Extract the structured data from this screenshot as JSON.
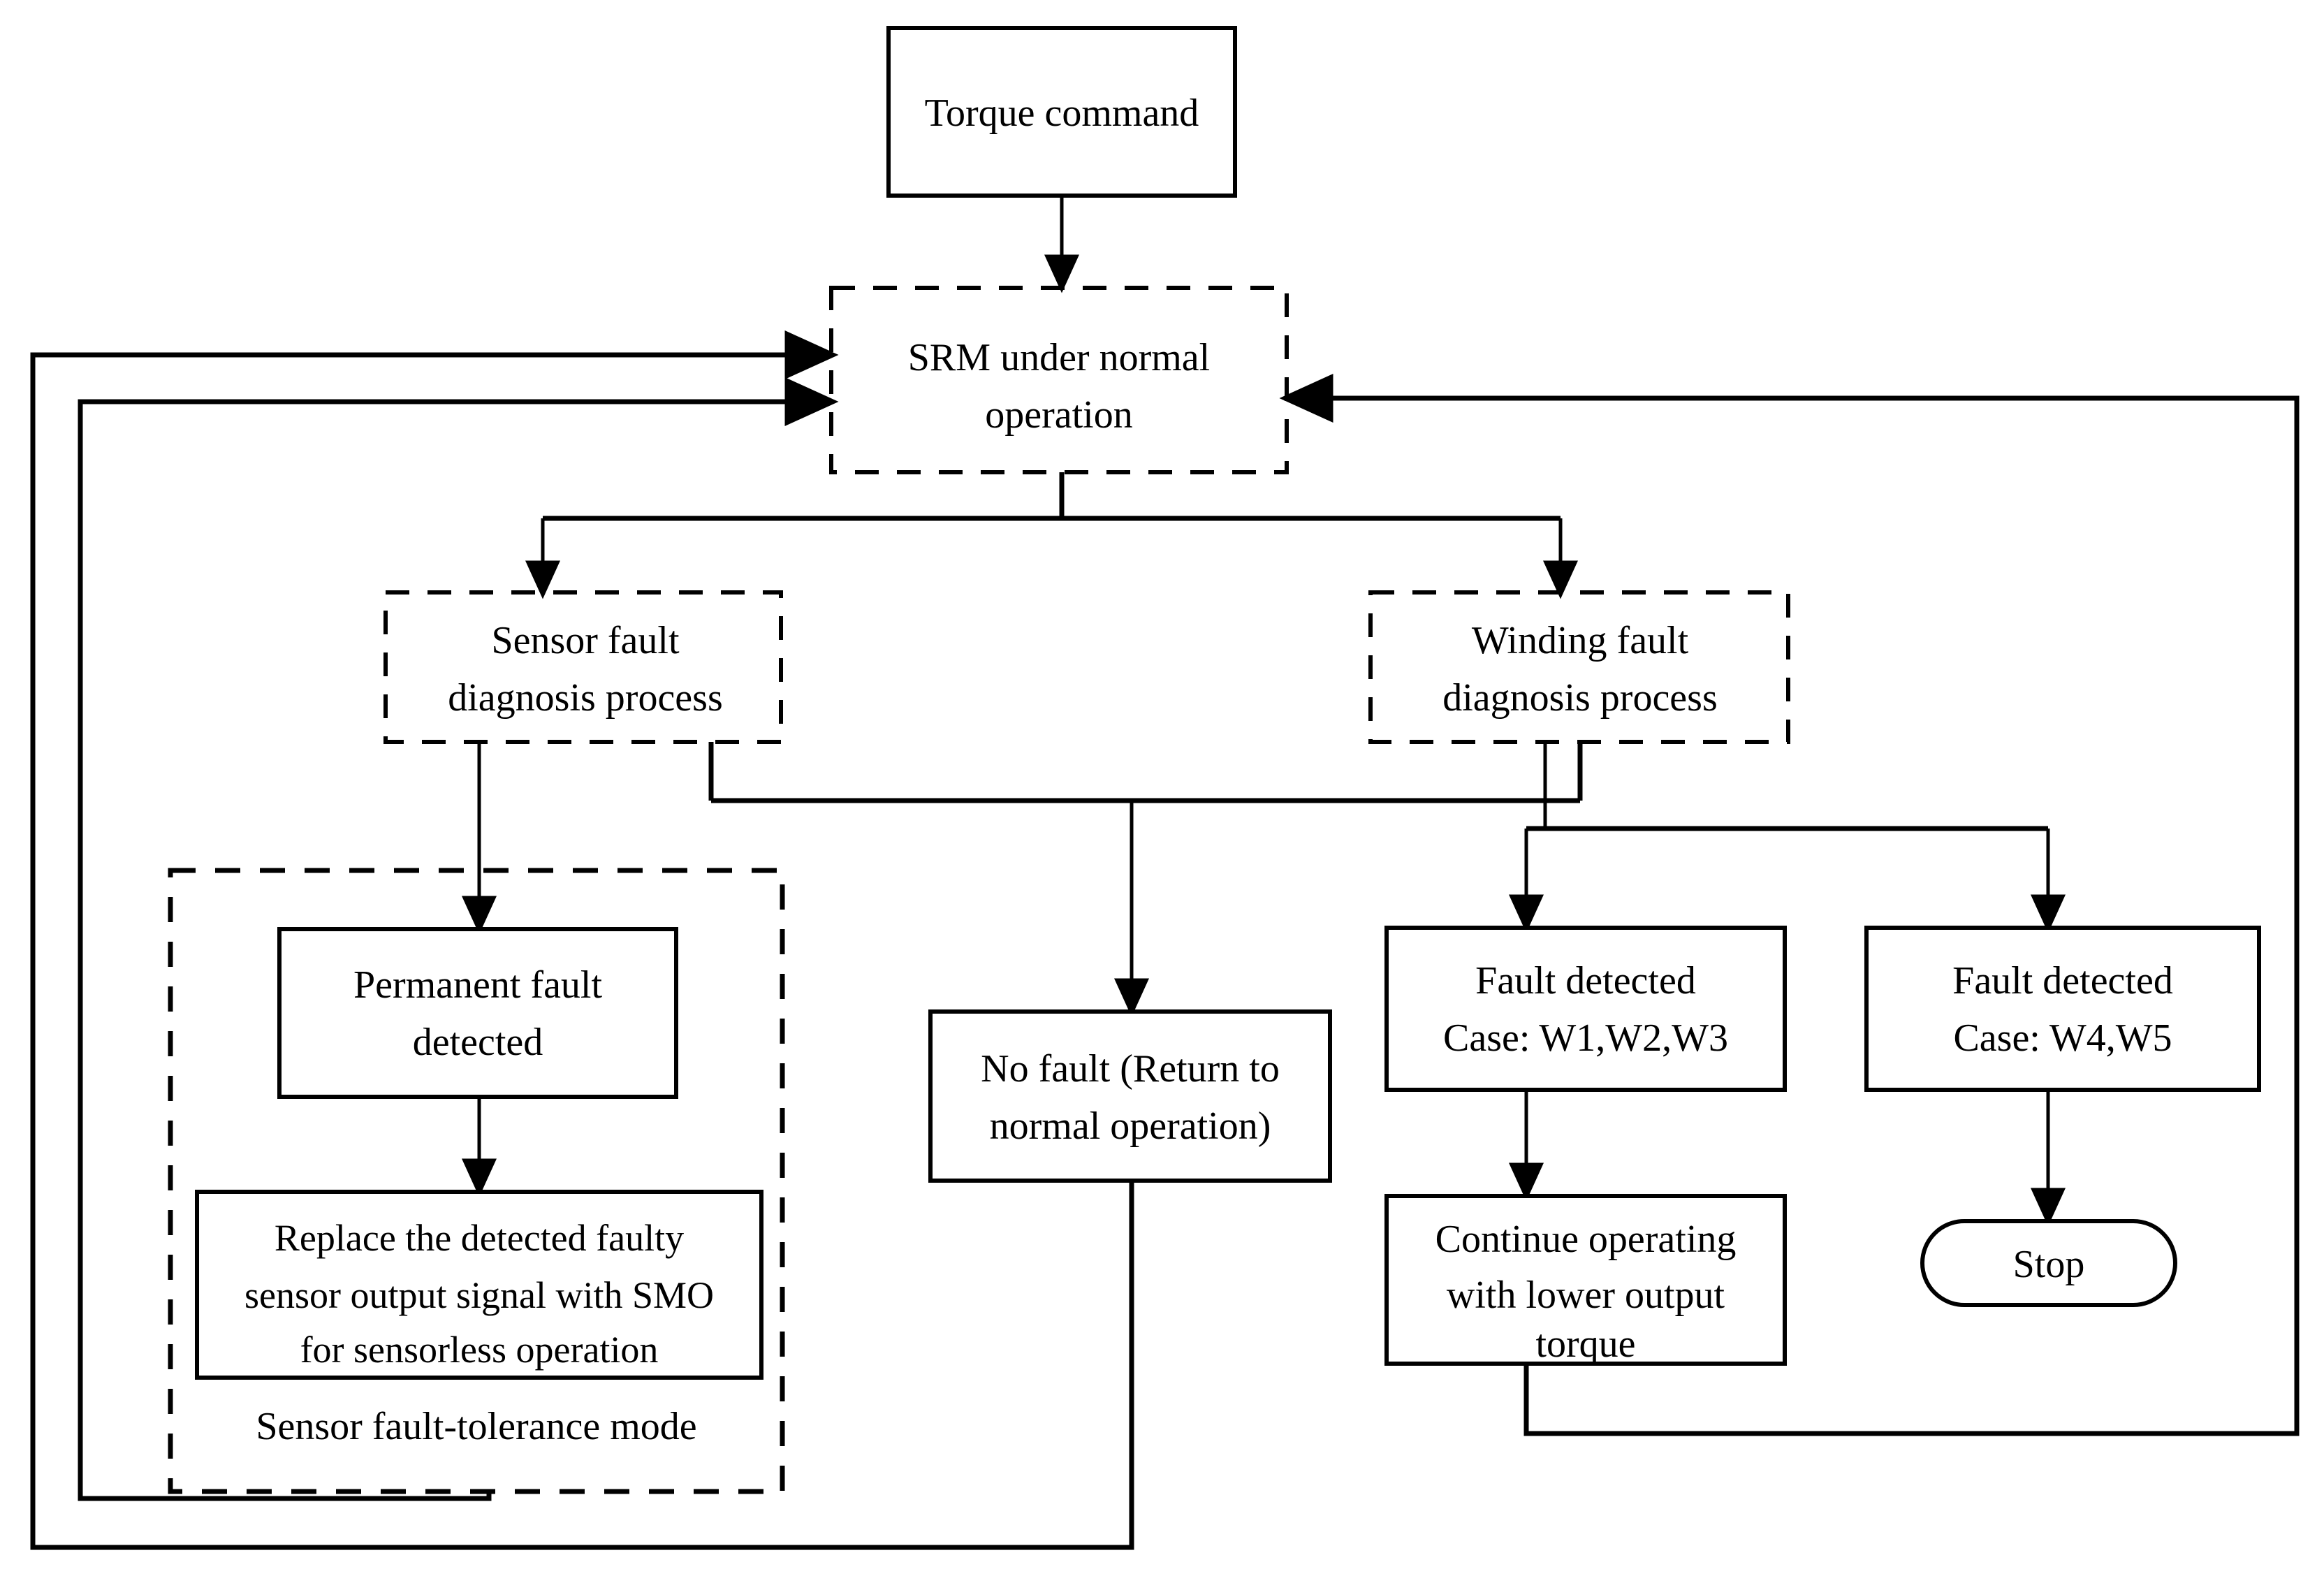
{
  "diagram": {
    "title": "SRM fault diagnosis and fault-tolerance control flowchart",
    "colors": {
      "background": "#ffffff",
      "stroke": "#000000",
      "text": "#000000"
    },
    "nodes": {
      "torque_command": {
        "label": "Torque command",
        "shape": "rectangle",
        "border": "solid"
      },
      "srm_normal": {
        "line1": "SRM under normal",
        "line2": "operation",
        "shape": "rectangle",
        "border": "dashed"
      },
      "sensor_diag": {
        "line1": "Sensor fault",
        "line2": "diagnosis process",
        "shape": "rectangle",
        "border": "dashed"
      },
      "winding_diag": {
        "line1": "Winding fault",
        "line2": "diagnosis process",
        "shape": "rectangle",
        "border": "dashed"
      },
      "permanent_fault": {
        "line1": "Permanent fault",
        "line2": "detected",
        "shape": "rectangle",
        "border": "solid"
      },
      "replace_sensor": {
        "line1": "Replace the detected faulty",
        "line2": "sensor output signal with SMO",
        "line3": "for sensorless operation",
        "shape": "rectangle",
        "border": "solid"
      },
      "sensor_mode_group": {
        "label": "Sensor fault-tolerance mode",
        "shape": "group",
        "border": "dashed"
      },
      "no_fault": {
        "line1": "No fault (Return to",
        "line2": "normal operation)",
        "shape": "rectangle",
        "border": "solid"
      },
      "fault_w123": {
        "line1": "Fault detected",
        "line2": "Case: W1,W2,W3",
        "shape": "rectangle",
        "border": "solid"
      },
      "fault_w45": {
        "line1": "Fault detected",
        "line2": "Case: W4,W5",
        "shape": "rectangle",
        "border": "solid"
      },
      "continue_operating": {
        "line1": "Continue operating",
        "line2": "with lower output",
        "line3": "torque",
        "shape": "rectangle",
        "border": "solid"
      },
      "stop": {
        "label": "Stop",
        "shape": "rounded",
        "border": "solid"
      }
    },
    "edges": [
      {
        "name": "torque-to-srm",
        "from": "torque_command",
        "to": "srm_normal",
        "arrow": true
      },
      {
        "name": "srm-to-sensor-diag",
        "from": "srm_normal",
        "to": "sensor_diag",
        "arrow": true
      },
      {
        "name": "srm-to-winding-diag",
        "from": "srm_normal",
        "to": "winding_diag",
        "arrow": true
      },
      {
        "name": "sensor-diag-to-permanent-fault",
        "from": "sensor_diag",
        "to": "permanent_fault",
        "arrow": true
      },
      {
        "name": "permanent-fault-to-replace-sensor",
        "from": "permanent_fault",
        "to": "replace_sensor",
        "arrow": true
      },
      {
        "name": "diag-merge-to-no-fault",
        "from": "sensor_diag,winding_diag",
        "to": "no_fault",
        "arrow": true
      },
      {
        "name": "winding-diag-to-fault-w123",
        "from": "winding_diag",
        "to": "fault_w123",
        "arrow": true
      },
      {
        "name": "winding-diag-to-fault-w45",
        "from": "winding_diag",
        "to": "fault_w45",
        "arrow": true
      },
      {
        "name": "fault-w123-to-continue-operating",
        "from": "fault_w123",
        "to": "continue_operating",
        "arrow": true
      },
      {
        "name": "fault-w45-to-stop",
        "from": "fault_w45",
        "to": "stop",
        "arrow": true
      },
      {
        "name": "no-fault-feedback-to-srm",
        "from": "no_fault",
        "to": "srm_normal",
        "arrow": true,
        "routing": "outer-left-loop"
      },
      {
        "name": "sensor-mode-feedback-to-srm",
        "from": "sensor_mode_group",
        "to": "srm_normal",
        "arrow": true,
        "routing": "inner-left-loop"
      },
      {
        "name": "continue-operating-feedback-to-srm",
        "from": "continue_operating",
        "to": "srm_normal",
        "arrow": true,
        "routing": "right-loop"
      }
    ]
  }
}
